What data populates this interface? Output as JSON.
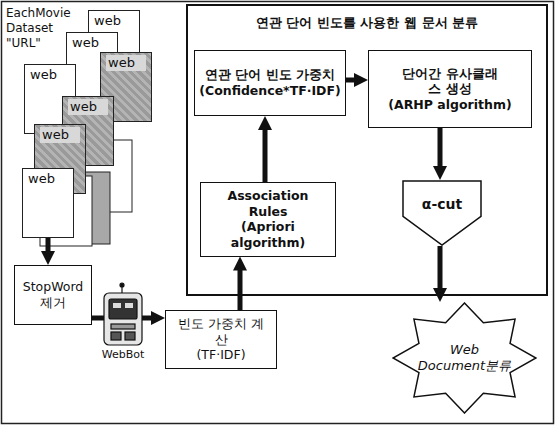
{
  "diagram": {
    "nodes": [
      {
        "text": [
          "web"
        ]
      },
      {
        "text": [
          "web"
        ]
      },
      {
        "text": [
          "web"
        ]
      },
      {
        "text": [
          "web"
        ]
      },
      {
        "text": [
          "web"
        ]
      },
      {
        "text": [
          "web"
        ]
      },
      {
        "text": [
          "web"
        ]
      },
      {
        "text": [
          "StopWord 제거"
        ]
      },
      {
        "text": [
          "빈도 가중치 계산",
          "(TF·IDF)"
        ]
      },
      {
        "text": [
          "연관 단어 빈도를 사용한 웹 문서 분류"
        ]
      },
      {
        "text": [
          "연관 단어 빈도 가중치",
          "(Confidence*TF·IDF)"
        ],
        "in": 9
      },
      {
        "text": [
          "단어간 유사클래스 생성",
          "(ARHP algorithm)"
        ],
        "in": 9
      },
      {
        "text": [
          "Association Rules",
          "(Apriori algorithm)"
        ],
        "in": 9
      },
      {
        "text": [
          "α-cut"
        ],
        "in": 9
      },
      {
        "text": [
          "Web Document분류"
        ]
      }
    ],
    "edges": [
      {
        "from": 6,
        "to": 7,
        "arrow": "to"
      },
      {
        "from": 7,
        "to": 8,
        "arrow": "to"
      },
      {
        "from": 8,
        "to": 12,
        "arrow": "to"
      },
      {
        "from": 12,
        "to": 10,
        "arrow": "to"
      },
      {
        "from": 10,
        "to": 11,
        "arrow": "to"
      },
      {
        "from": 11,
        "to": 13,
        "arrow": "to"
      },
      {
        "from": 13,
        "to": 14,
        "arrow": "to"
      }
    ],
    "labels": [
      "EachMovie Dataset \"URL\"",
      "WebBot"
    ]
  }
}
